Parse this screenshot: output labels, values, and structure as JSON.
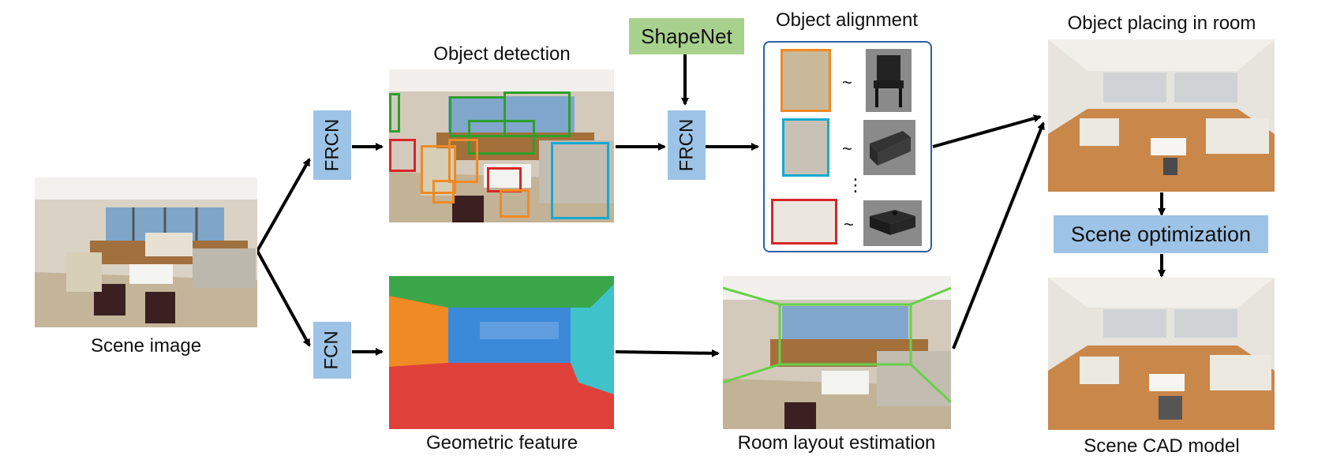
{
  "captions": {
    "scene_image": "Scene image",
    "object_detection": "Object detection",
    "geometric_feature": "Geometric feature",
    "object_alignment": "Object alignment",
    "room_layout": "Room layout estimation",
    "object_placing": "Object placing in room",
    "scene_cad": "Scene CAD model"
  },
  "modules": {
    "frcn_top": "FRCN",
    "fcn": "FCN",
    "frcn_mid": "FRCN",
    "shapenet": "ShapeNet",
    "scene_optimization": "Scene optimization"
  },
  "alignment": {
    "tilde_1": "~",
    "tilde_2": "~",
    "tilde_3": "~",
    "dots": "⋮"
  },
  "colors": {
    "module_blue": "#9dc3e6",
    "module_green": "#a9d18e",
    "det_green": "#2ca02c",
    "det_orange": "#f08a24",
    "det_red": "#d62728",
    "det_cyan": "#17a9d1",
    "seg_green": "#3aa64a",
    "seg_orange": "#f08a24",
    "seg_blue": "#3b8ad9",
    "seg_cyan": "#3fc2c9",
    "seg_red": "#e0403a",
    "layout_lines": "#66d04a",
    "alignment_border": "#2e5fa8"
  }
}
